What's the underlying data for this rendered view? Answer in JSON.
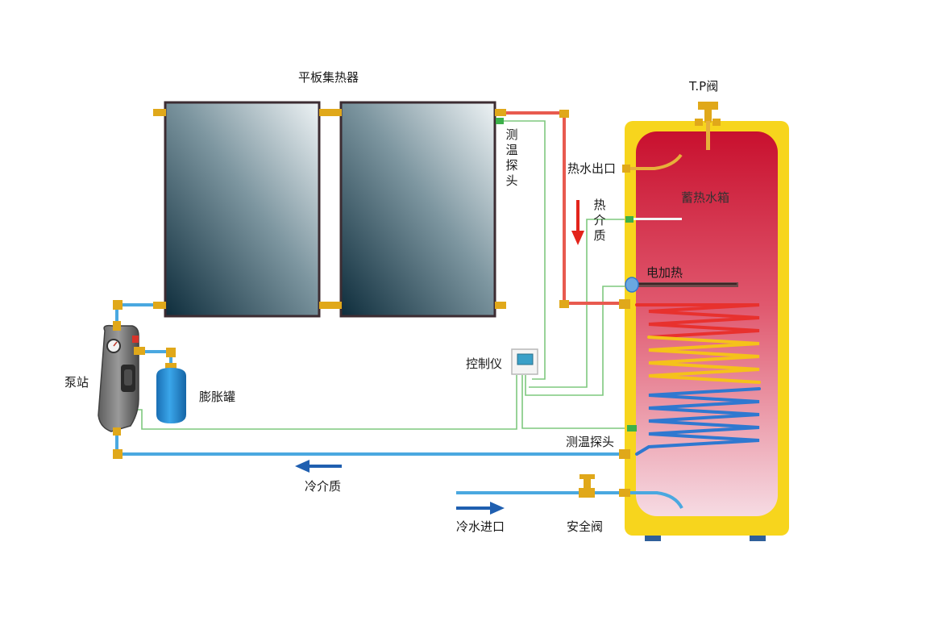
{
  "labels": {
    "collector": "平板集热器",
    "tp_valve": "T.P阀",
    "temp_probe_top": "测温探头",
    "hot_water_outlet": "热水出口",
    "storage_tank": "蓄热水箱",
    "hot_medium": "热介质",
    "electric_heater": "电加热",
    "controller": "控制仪",
    "pump_station": "泵站",
    "expansion_tank": "膨胀罐",
    "temp_probe_bottom": "测温探头",
    "cold_medium": "冷介质",
    "cold_water_inlet": "冷水进口",
    "safety_valve": "安全阀"
  },
  "colors": {
    "tank_shell": "#f7d51d",
    "tank_inner_top": "#c8102e",
    "tank_inner_bottom": "#f6dbe3",
    "pipe_hot": "#e85a4f",
    "pipe_cold": "#4aa8e0",
    "signal_wire": "#7ec87e",
    "coil_red": "#e8312e",
    "coil_yellow": "#f5c21a",
    "coil_blue": "#2f78d0",
    "flow_arrow_hot": "#e3241b",
    "flow_arrow_cold": "#1f5fb0",
    "fitting_brass": "#e0a81a",
    "expansion_tank": "#2a8fd6",
    "pump_body": "#7b7b7b"
  }
}
